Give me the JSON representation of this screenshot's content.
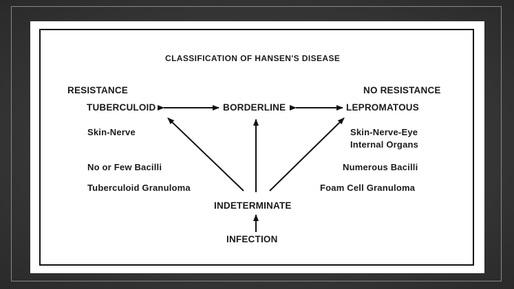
{
  "title": "CLASSIFICATION OF HANSEN'S DISEASE",
  "resistance_label": "RESISTANCE",
  "no_resistance_label": "NO RESISTANCE",
  "nodes": {
    "tuberculoid": "TUBERCULOID",
    "borderline": "BORDERLINE",
    "lepromatous": "LEPROMATOUS",
    "indeterminate": "INDETERMINATE",
    "infection": "INFECTION"
  },
  "tuberculoid_features": {
    "involvement": "Skin-Nerve",
    "bacilli": "No or Few Bacilli",
    "granuloma": "Tuberculoid Granuloma"
  },
  "lepromatous_features": {
    "involvement_line1": "Skin-Nerve-Eye",
    "involvement_line2": "Internal Organs",
    "bacilli": "Numerous Bacilli",
    "granuloma": "Foam Cell Granuloma"
  }
}
